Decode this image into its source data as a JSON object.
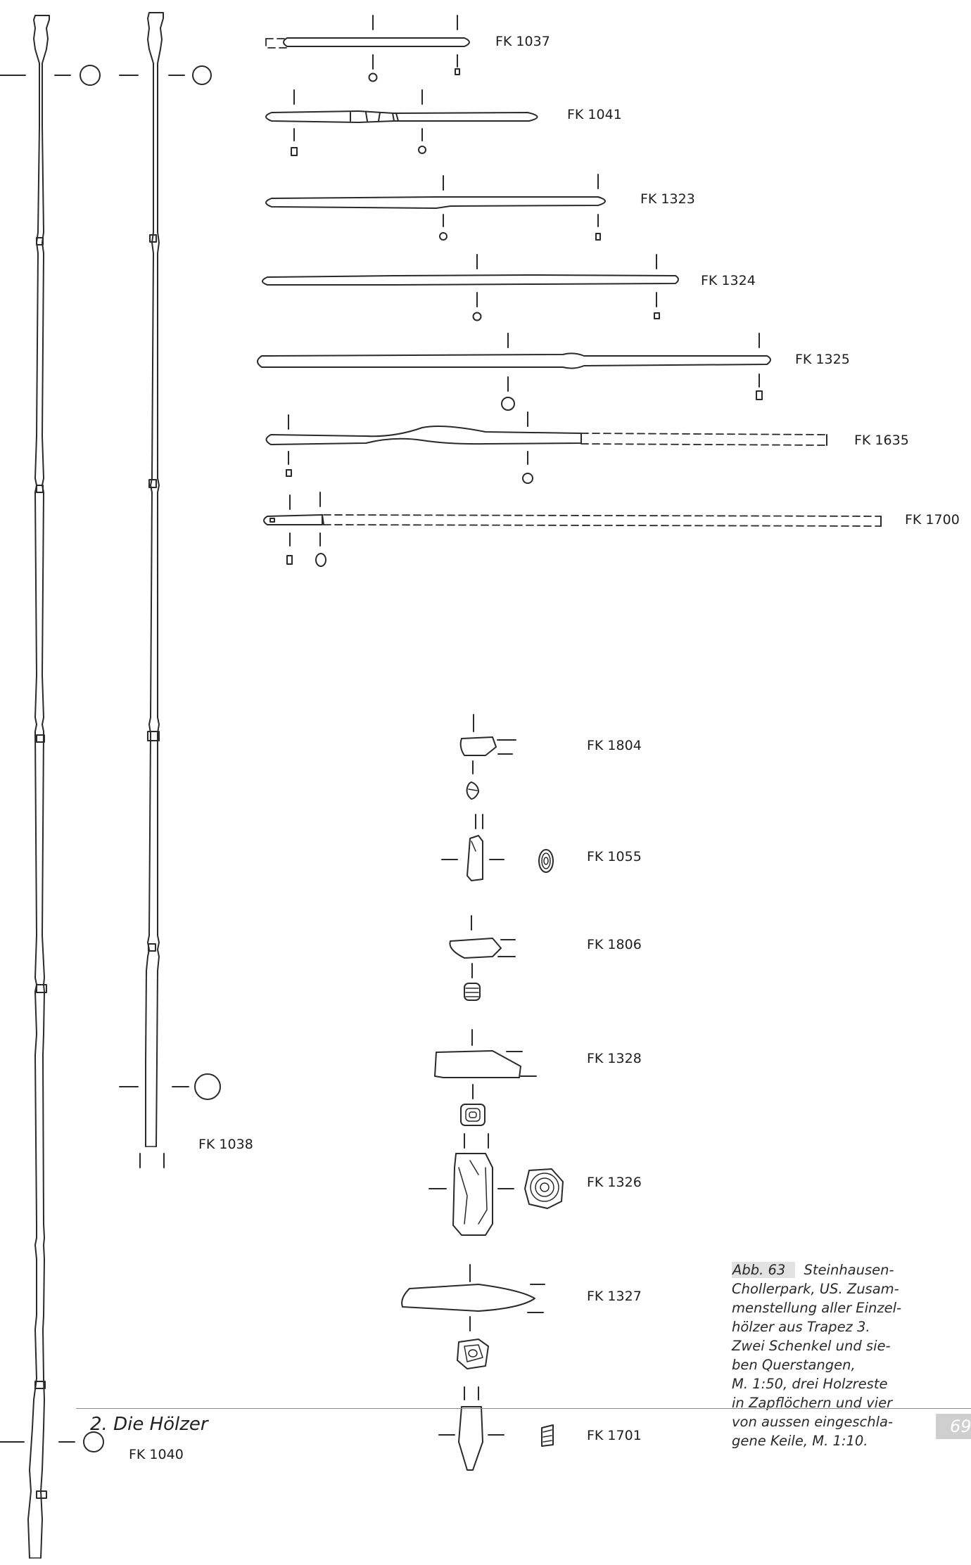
{
  "figure": {
    "labels": {
      "fk1037": "FK 1037",
      "fk1041": "FK 1041",
      "fk1323": "FK 1323",
      "fk1324": "FK 1324",
      "fk1325": "FK 1325",
      "fk1635": "FK 1635",
      "fk1700": "FK 1700",
      "fk1038": "FK 1038",
      "fk1040": "FK 1040",
      "fk1804": "FK 1804",
      "fk1055": "FK 1055",
      "fk1806": "FK 1806",
      "fk1328": "FK 1328",
      "fk1326": "FK 1326",
      "fk1327": "FK 1327",
      "fk1701": "FK 1701"
    },
    "caption": {
      "number": "Abb. 63",
      "lines": [
        "Steinhausen-",
        "Chollerpark, US. Zusam-",
        "menstellung aller Einzel-",
        "hölzer aus Trapez 3.",
        "Zwei Schenkel und sie-",
        "ben Querstangen,",
        "M. 1:50, drei Holzreste",
        "in Zapflöchern und vier",
        "von aussen eingeschla-",
        "gene Keile, M. 1:10."
      ]
    }
  },
  "footer": {
    "section": "2. Die Hölzer",
    "page_number": "69"
  }
}
